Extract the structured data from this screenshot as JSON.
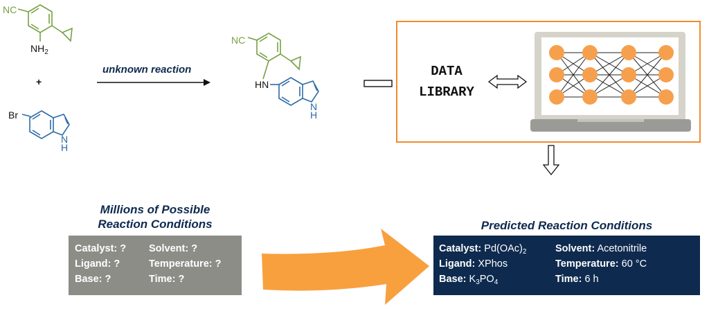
{
  "reactants": {
    "top_nitrile": "NC",
    "top_amine": "NH",
    "top_amine_sub": "2",
    "plus": "+",
    "bottom_bromo": "Br",
    "bottom_nh": "N",
    "bottom_h": "H"
  },
  "arrow_label": "unknown reaction",
  "product": {
    "nitrile": "NC",
    "amine_link": "HN",
    "indole_n": "N",
    "indole_h": "H"
  },
  "data_library": {
    "line1": "DATA",
    "line2": "LIBRARY"
  },
  "possible": {
    "heading_line1": "Millions of Possible",
    "heading_line2": "Reaction Conditions",
    "catalyst": "Catalyst:",
    "catalyst_value": "?",
    "ligand": "Ligand:",
    "ligand_value": "?",
    "base": "Base:",
    "base_value": "?",
    "solvent": "Solvent:",
    "solvent_value": "?",
    "temperature": "Temperature:",
    "temperature_value": "?",
    "time": "Time:",
    "time_value": "?"
  },
  "predicted": {
    "heading": "Predicted Reaction Conditions",
    "catalyst": "Catalyst:",
    "catalyst_value_main": "Pd(OAc)",
    "catalyst_value_sub": "2",
    "ligand": "Ligand:",
    "ligand_value": "XPhos",
    "base": "Base:",
    "base_value_k": "K",
    "base_value_k_sub": "3",
    "base_value_po": "PO",
    "base_value_po_sub": "4",
    "solvent": "Solvent:",
    "solvent_value": "Acetonitrile",
    "temperature": "Temperature:",
    "temperature_value": "60 °C",
    "time": "Time:",
    "time_value": "6 h"
  },
  "colors": {
    "green": "#76a043",
    "blue": "#2c6aa6",
    "orange": "#f28a2e",
    "arrow_orange": "#f8a03e",
    "navy": "#0e2a4f",
    "gray_box": "#8d8d88"
  }
}
